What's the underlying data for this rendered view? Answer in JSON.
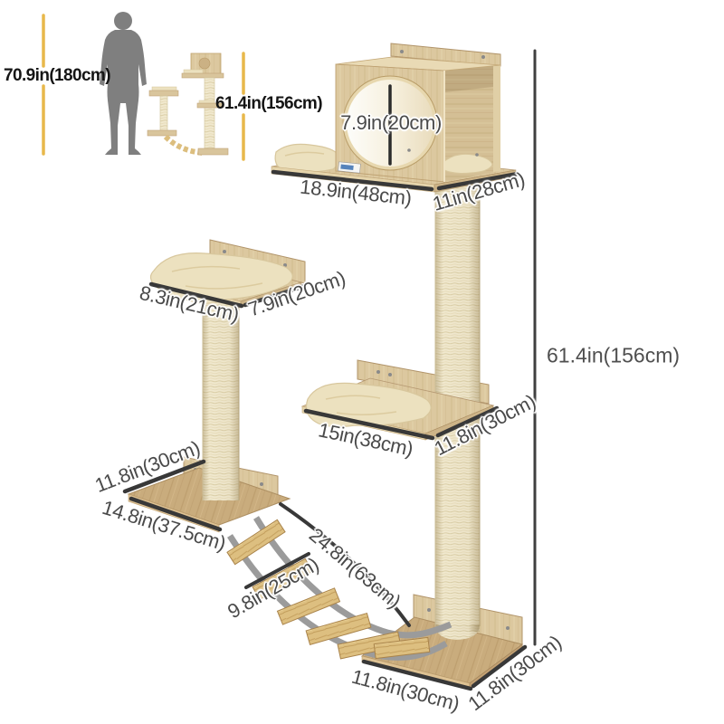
{
  "scale_comparison": {
    "human_height": "70.9in(180cm)",
    "product_height": "61.4in(156cm)"
  },
  "dimensions": {
    "hole_diameter": "7.9in(20cm)",
    "top_platform_width": "18.9in(48cm)",
    "top_platform_depth": "11in(28cm)",
    "left_platform_width": "8.3in(21cm)",
    "left_platform_depth": "7.9in(20cm)",
    "total_height": "61.4in(156cm)",
    "middle_platform_width": "15in(38cm)",
    "middle_platform_depth": "11.8in(30cm)",
    "left_base_depth": "11.8in(30cm)",
    "left_base_width": "14.8in(37.5cm)",
    "bridge_length": "24.8in(63cm)",
    "bridge_width": "9.8in(25cm)",
    "bottom_base_width": "11.8in(30cm)",
    "bottom_base_depth": "11.8in(30cm)"
  },
  "colors": {
    "accent_yellow": "#E8B84B",
    "dimension_line": "#383838",
    "label_gray": "#4A4A4A",
    "label_black": "#151515",
    "wood_light": "#DCC89F",
    "wood_medium": "#C9AC7D",
    "sisal": "#F1E9CF",
    "cushion": "#ECE1BF",
    "silhouette_gray": "#7F7F7F",
    "strap_gray": "#9B9B9B"
  }
}
